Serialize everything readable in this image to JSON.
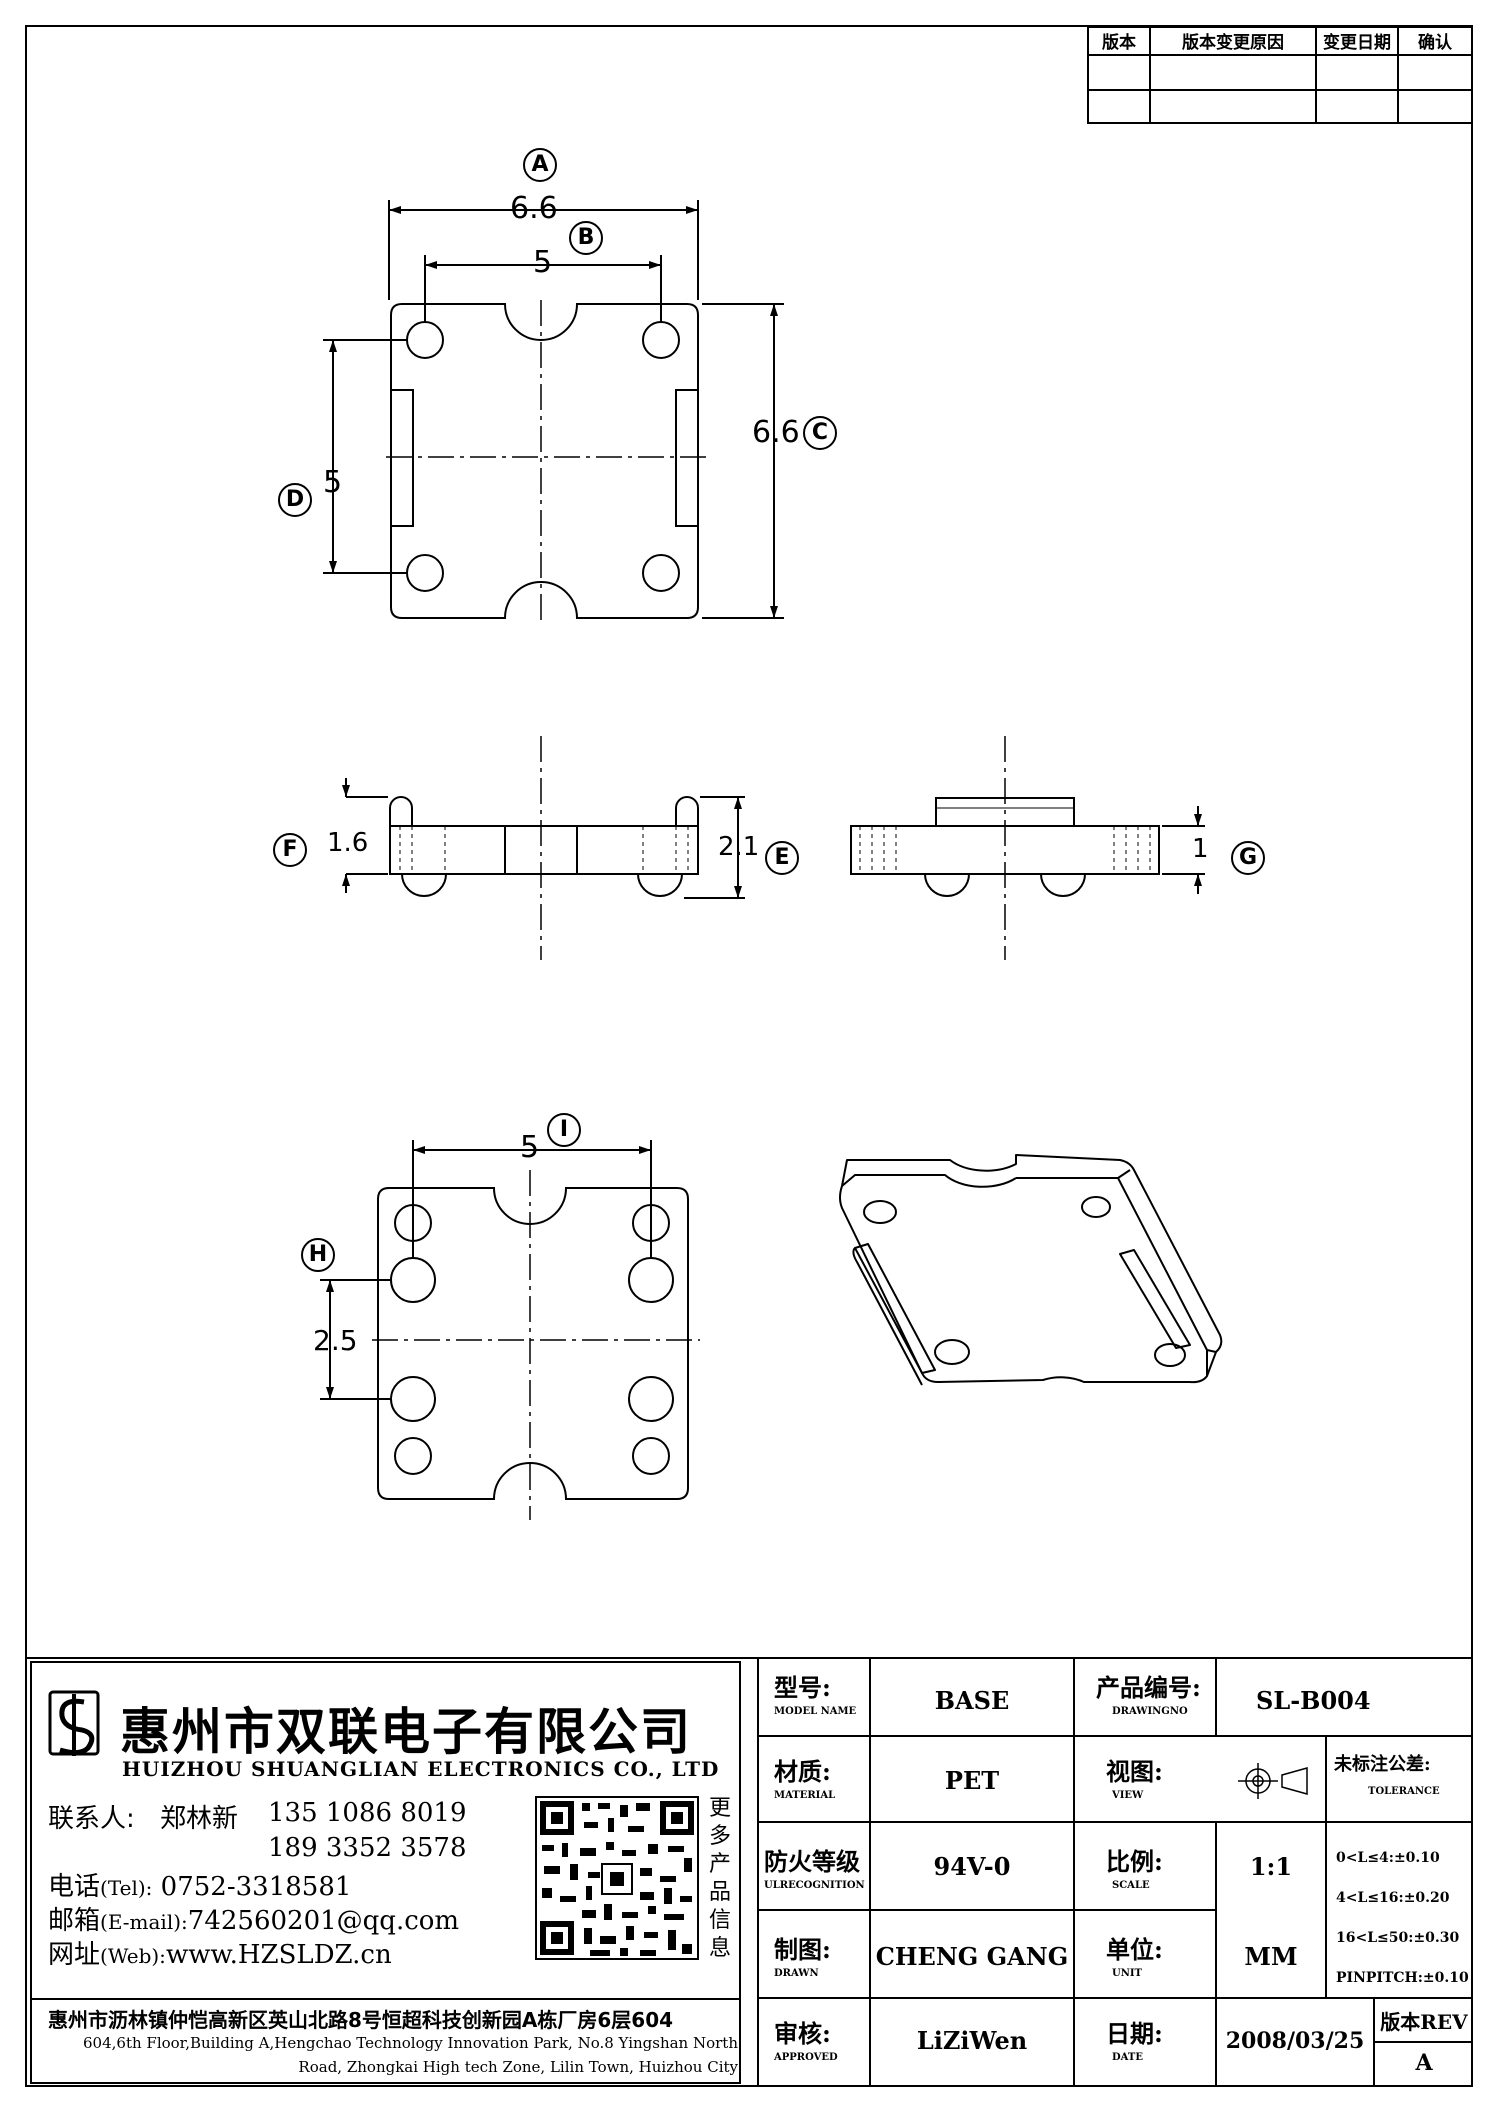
{
  "revision_table": {
    "headers": [
      "版本",
      "版本变更原因",
      "变更日期",
      "确认"
    ]
  },
  "callouts": {
    "a": "A",
    "b": "B",
    "c": "C",
    "d": "D",
    "e": "E",
    "f": "F",
    "g": "G",
    "h": "H",
    "i": "I"
  },
  "dims": {
    "top_width": "6.6",
    "top_pin_pitch": "5",
    "top_height": "6.6",
    "top_pin_pitch_v": "5",
    "front_pin_height": "1.6",
    "front_total_height": "2.1",
    "side_base_height": "1",
    "bottom_pin_pitch": "5",
    "bottom_row_pitch": "2.5"
  },
  "company": {
    "name_cn": "惠州市双联电子有限公司",
    "name_en": "HUIZHOU SHUANGLIAN ELECTRONICS CO., LTD",
    "contact_label": "联系人:",
    "contact_name": "郑林新",
    "phone1": "135 1086 8019",
    "phone2": "189 3352 3578",
    "tel_label_cn": "电话",
    "tel_label_en": "(Tel):",
    "tel": "0752-3318581",
    "email_label_cn": "邮箱",
    "email_label_en": "(E-mail):",
    "email": "742560201@qq.com",
    "web_label_cn": "网址",
    "web_label_en": "(Web):",
    "web": "www.HZSLDZ.cn",
    "qr_caption": [
      "更",
      "多",
      "产",
      "品",
      "信",
      "息"
    ],
    "address_cn": "惠州市沥林镇仲恺高新区英山北路8号恒超科技创新园A栋厂房6层604",
    "address_en_1": "604,6th Floor,Building A,Hengchao Technology Innovation Park, No.8 Yingshan North",
    "address_en_2": "Road, Zhongkai High tech Zone, Lilin Town, Huizhou City"
  },
  "title_block": {
    "model_label": "型号:",
    "model_label_en": "MODEL NAME",
    "model": "BASE",
    "drawing_label": "产品编号:",
    "drawing_label_en": "DRAWINGNO",
    "drawing_no": "SL-B004",
    "material_label": "材质:",
    "material_label_en": "MATERIAL",
    "material": "PET",
    "view_label": "视图:",
    "view_label_en": "VIEW",
    "tolerance_label": "未标注公差:",
    "tolerance_label_en": "TOLERANCE",
    "tolerances": [
      "0<L≤4:±0.10",
      "4<L≤16:±0.20",
      "16<L≤50:±0.30",
      "PINPITCH:±0.10"
    ],
    "ul_label": "防火等级",
    "ul_label_en": "ULRECOGNITION",
    "ul": "94V-0",
    "scale_label": "比例:",
    "scale_label_en": "SCALE",
    "scale": "1:1",
    "drawn_label": "制图:",
    "drawn_label_en": "DRAWN",
    "drawn": "CHENG GANG",
    "unit_label": "单位:",
    "unit_label_en": "UNIT",
    "unit": "MM",
    "approved_label": "审核:",
    "approved_label_en": "APPROVED",
    "approved": "LiZiWen",
    "date_label": "日期:",
    "date_label_en": "DATE",
    "date": "2008/03/25",
    "rev_label": "版本REV",
    "rev": "A"
  }
}
